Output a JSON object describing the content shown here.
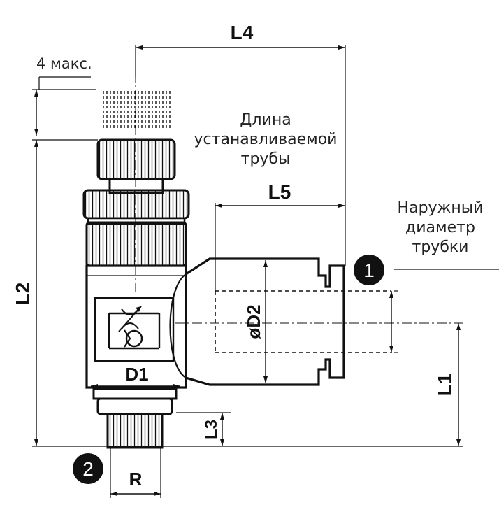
{
  "dimensions": {
    "L4": "L4",
    "L5": "L5",
    "L2": "L2",
    "L1": "L1",
    "L3": "L3",
    "D1": "D1",
    "D2": "øD2",
    "R": "R",
    "max_note": "4 макс."
  },
  "notes": {
    "tube_length": [
      "Длина",
      "устанавливаемой",
      "трубы"
    ],
    "outer_diameter": [
      "Наружный",
      "диаметр",
      "трубки"
    ]
  },
  "markers": {
    "m1": "1",
    "m2": "2"
  }
}
